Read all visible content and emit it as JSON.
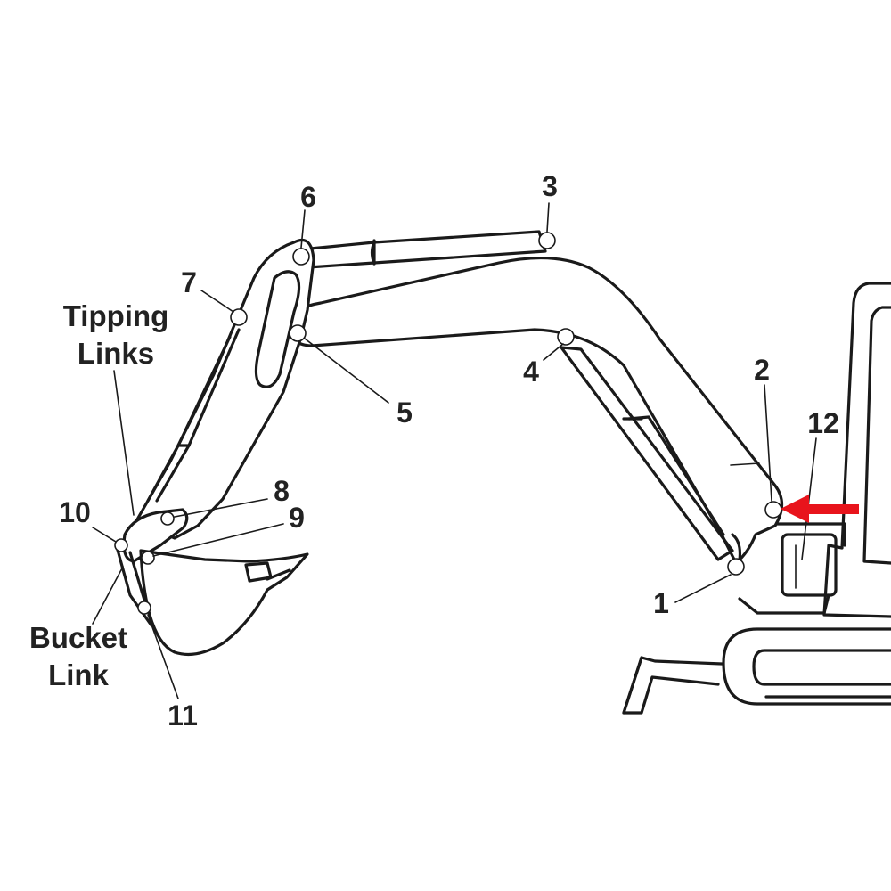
{
  "callouts": {
    "n1": "1",
    "n2": "2",
    "n3": "3",
    "n4": "4",
    "n5": "5",
    "n6": "6",
    "n7": "7",
    "n8": "8",
    "n9": "9",
    "n10": "10",
    "n11": "11",
    "n12": "12"
  },
  "labels": {
    "tipping_links_line1": "Tipping",
    "tipping_links_line2": "Links",
    "bucket_link_line1": "Bucket",
    "bucket_link_line2": "Link"
  },
  "colors": {
    "line": "#1a1a1a",
    "text": "#222222",
    "arrow": "#e8141c"
  },
  "arrow_icon": "red-arrow-icon"
}
